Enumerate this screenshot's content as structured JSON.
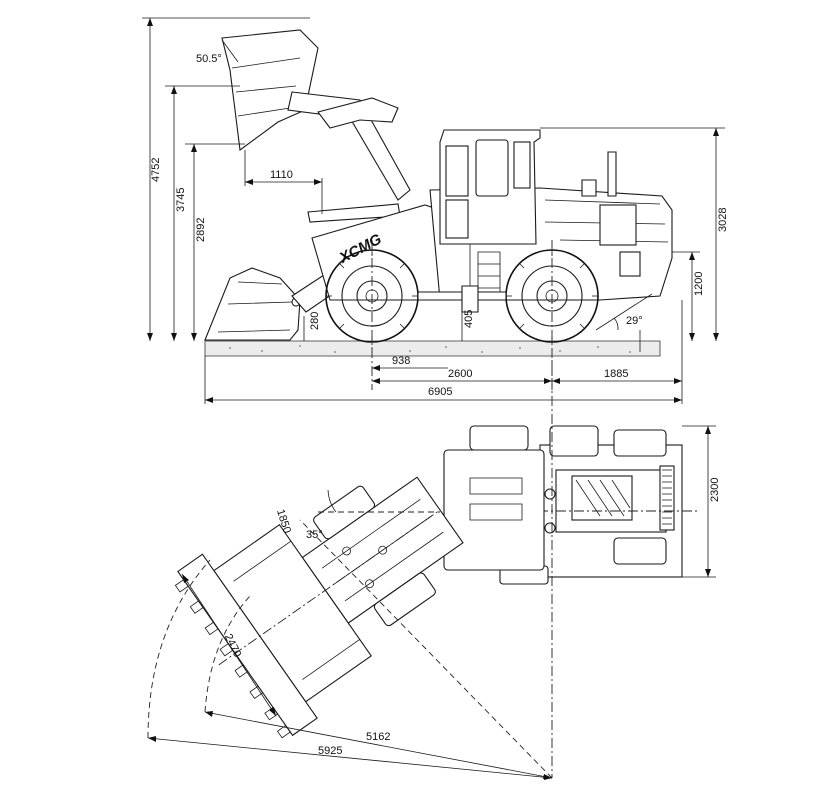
{
  "logo": "XCMG",
  "side_view": {
    "dims": {
      "height_max": "4752",
      "height_pin": "3745",
      "dump_clearance": "2892",
      "dump_reach": "1110",
      "dump_angle": "50.5°",
      "dig_depth": "280",
      "ground_clearance": "405",
      "cab_height": "3028",
      "axle_rear_height": "1200",
      "departure_angle": "29°",
      "front_overhang": "938",
      "wheelbase": "2600",
      "rear_overhang": "1885",
      "overall_length": "6905"
    }
  },
  "top_view": {
    "dims": {
      "width": "2300",
      "articulation_angle": "35°",
      "bucket_width": "2470",
      "inner_offset": "1850",
      "turn_radius_inner": "5162",
      "turn_radius_outer": "5925"
    }
  }
}
